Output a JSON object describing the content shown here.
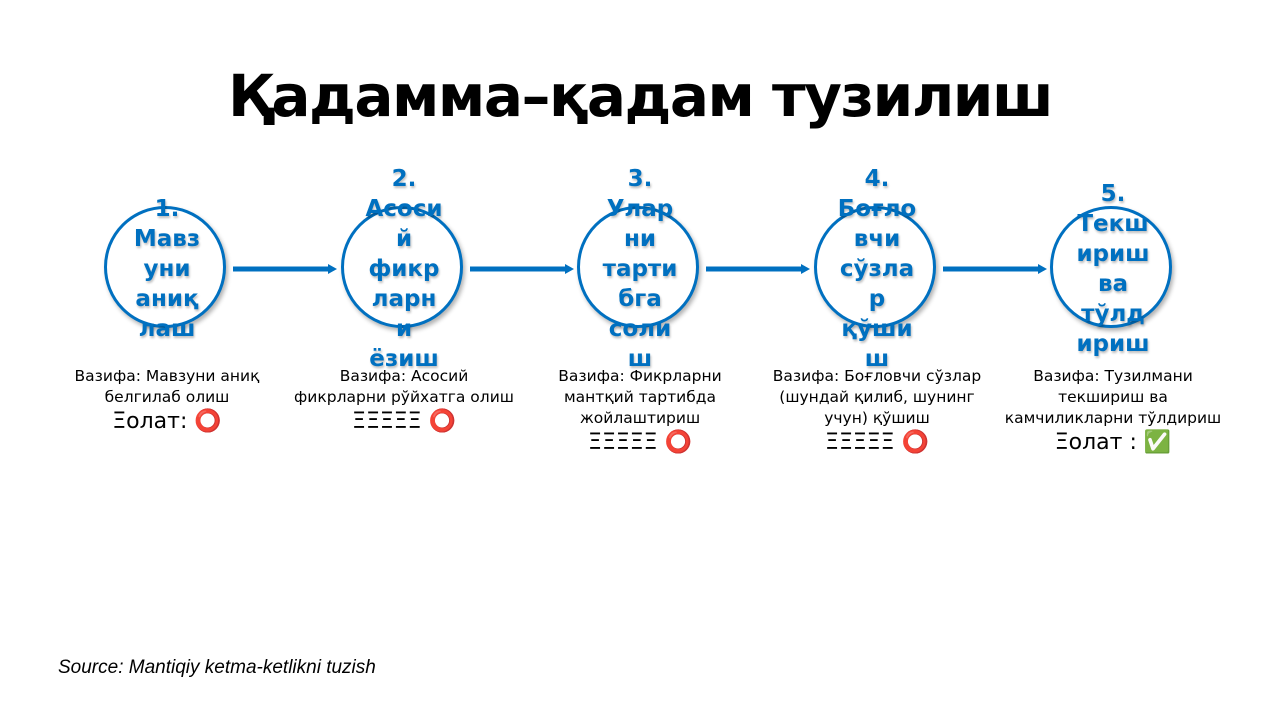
{
  "title": "Қадамма–қадам тузилиш",
  "steps": [
    {
      "lines": [
        "1.",
        "Мавз",
        "уни",
        "аниқ",
        "лаш"
      ],
      "task": "Вазифа: Мавзуни аниқ белгилаб олиш",
      "status": "Ξолат: ⭕"
    },
    {
      "lines": [
        "2.",
        "Асоси",
        "й",
        "фикр",
        "ларн",
        "и",
        "ёзиш"
      ],
      "task": "Вазифа: Асосий фикрларни рўйхатга олиш",
      "status": "ΞΞΞΞΞ ⭕"
    },
    {
      "lines": [
        "3.",
        "Улар",
        "ни",
        "тарти",
        "бга",
        "соли",
        "ш"
      ],
      "task": "Вазифа: Фикрларни мантқий тартибда жойлаштириш",
      "status": "ΞΞΞΞΞ ⭕"
    },
    {
      "lines": [
        "4.",
        "Боғло",
        "вчи",
        "сўзла",
        "р",
        "қўши",
        "ш"
      ],
      "task": "Вазифа: Боғловчи сўзлар (шундай қилиб, шунинг учун) қўшиш",
      "status": "ΞΞΞΞΞ ⭕"
    },
    {
      "lines": [
        "5.",
        "Текш",
        "ириш",
        "ва",
        "тўлд",
        "ириш"
      ],
      "task": "Вазифа: Тузилмани текшириш ва камчиликларни тўлдириш",
      "status": "Ξолат : ✅"
    }
  ],
  "source": "Source: Mantiqiy ketma-ketlikni tuzish",
  "colors": {
    "accent": "#0070C0"
  }
}
